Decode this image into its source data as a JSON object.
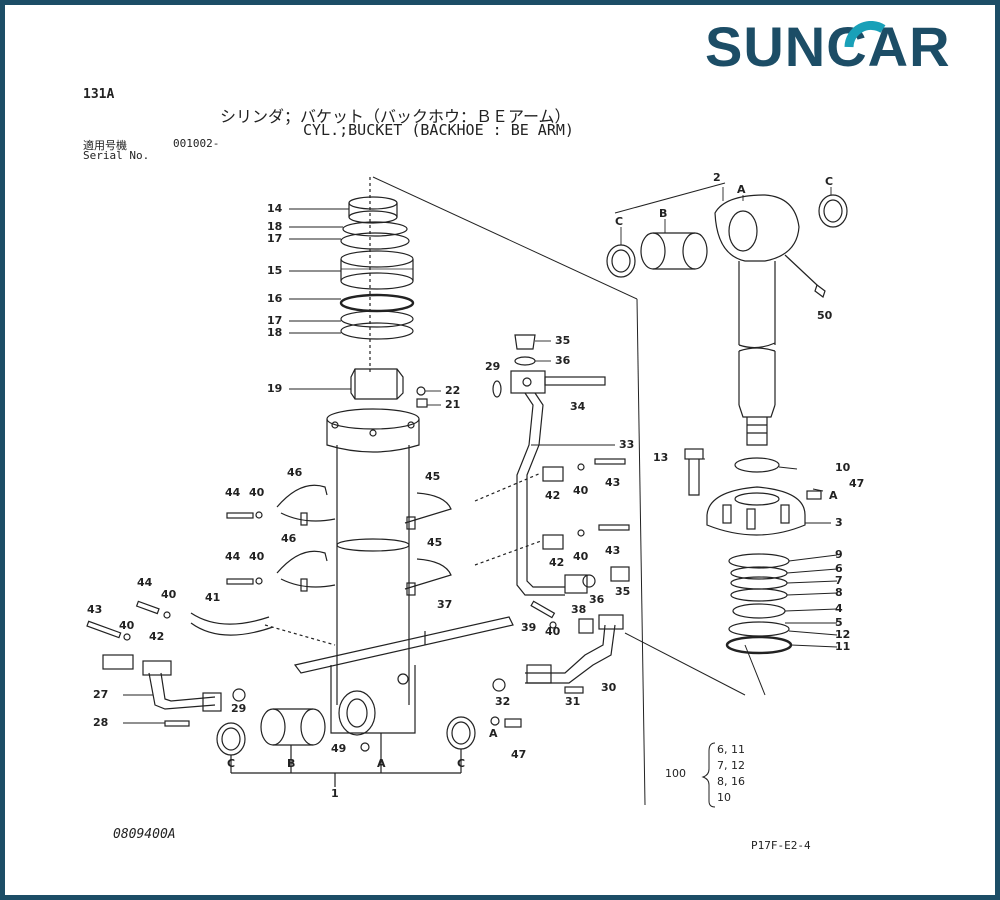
{
  "logo": {
    "text_part1": "SUN",
    "text_part2": "CAR",
    "color_dark": "#1c4d66",
    "color_accent": "#19a0b8"
  },
  "page": {
    "code": "131A",
    "title_jp": "シリンダ；バケット（バックホウ：ＢＥアーム）",
    "title_en": "CYL.;BUCKET (BACKHOE : BE ARM)",
    "serial_label_jp": "適用号機",
    "serial_value": "001002-",
    "serial_label_en": "Serial No.",
    "drawing_number": "0809400A",
    "page_ref": "P17F-E2-4"
  },
  "parts": {
    "p1": "1",
    "p2": "2",
    "p3": "3",
    "p4": "4",
    "p5": "5",
    "p6": "6",
    "p7": "7",
    "p8": "8",
    "p9": "9",
    "p10": "10",
    "p11": "11",
    "p12": "12",
    "p13": "13",
    "p14": "14",
    "p15": "15",
    "p16": "16",
    "p17": "17",
    "p18": "18",
    "p19": "19",
    "p21": "21",
    "p22": "22",
    "p27": "27",
    "p28": "28",
    "p29": "29",
    "p30": "30",
    "p31": "31",
    "p32": "32",
    "p33": "33",
    "p34": "34",
    "p35": "35",
    "p36": "36",
    "p37": "37",
    "p38": "38",
    "p39": "39",
    "p40": "40",
    "p41": "41",
    "p42": "42",
    "p43": "43",
    "p44": "44",
    "p45": "45",
    "p46": "46",
    "p47": "47",
    "p49": "49",
    "p50": "50",
    "A": "A",
    "B": "B",
    "C": "C"
  },
  "kit": {
    "number": "100",
    "line1": "6, 11",
    "line2": "7, 12",
    "line3": "8, 16",
    "line4": "10"
  }
}
